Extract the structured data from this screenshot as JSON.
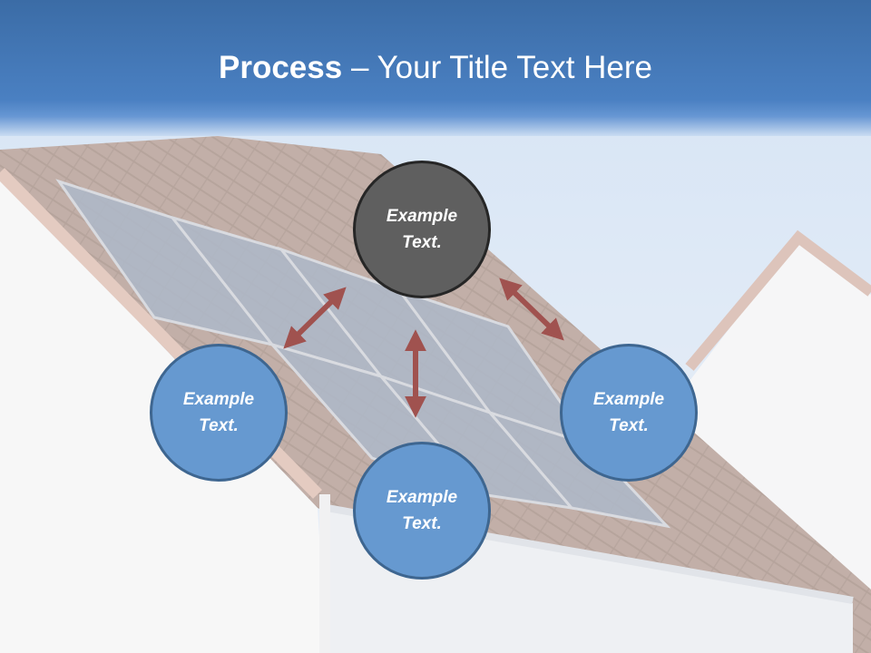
{
  "title": {
    "bold": "Process",
    "rest": " – Your Title Text Here"
  },
  "nodes": {
    "top": "Example Text.",
    "left": "Example Text.",
    "right": "Example Text.",
    "bottom": "Example Text."
  },
  "colors": {
    "title_band": "#4a80c2",
    "node_blue": "#6699d0",
    "node_blue_border": "#3e6690",
    "node_dark": "#5f5f5f",
    "node_dark_border": "#262626",
    "arrow": "#a0524f"
  }
}
